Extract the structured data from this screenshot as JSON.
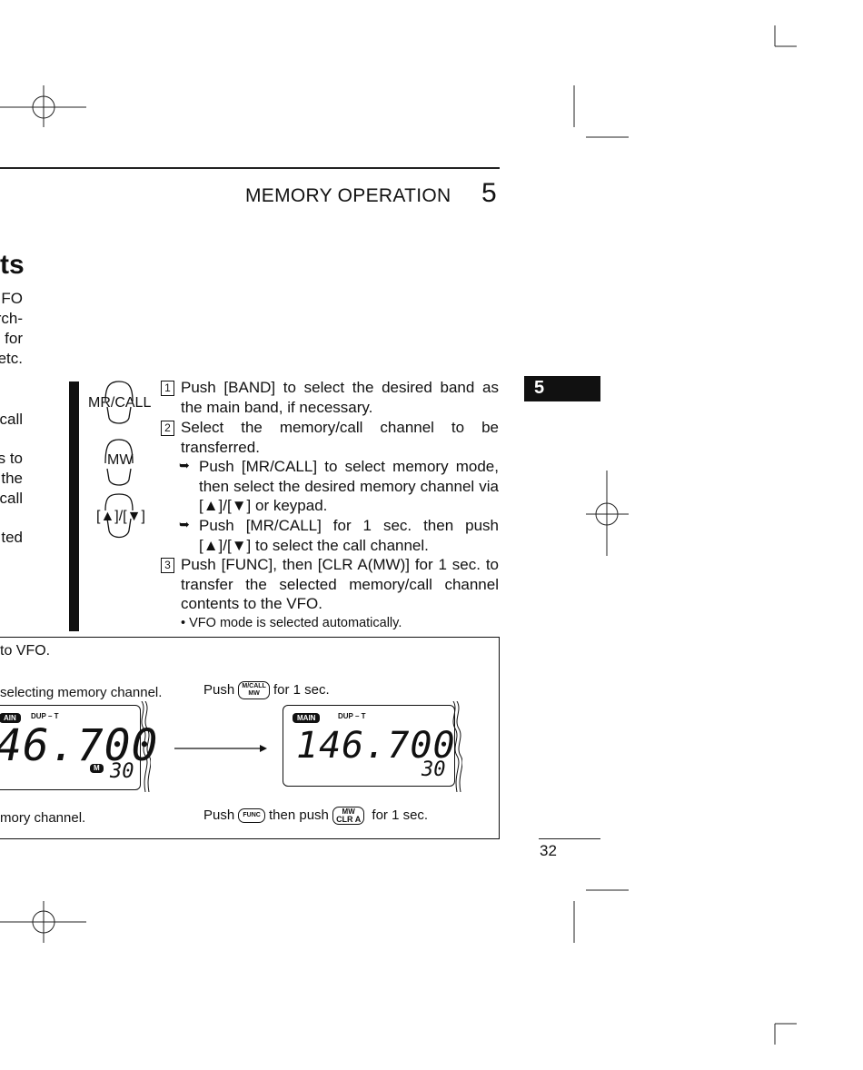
{
  "header": {
    "title": "MEMORY OPERATION",
    "chapter_number": "5"
  },
  "left_fragments": {
    "heading": "ts",
    "lines": [
      "FO",
      "rch-",
      "for",
      "etc.",
      "call",
      "s to",
      "the",
      "call",
      "ted"
    ]
  },
  "section_tab": "5",
  "keys": {
    "mr_call": "MR/CALL",
    "mw": "MW",
    "up_down": "[▲]/[▼]"
  },
  "steps": [
    {
      "number": "1",
      "text": "Push [BAND] to select the desired band as the main band, if necessary."
    },
    {
      "number": "2",
      "text": "Select the memory/call channel to be transferred."
    },
    {
      "number": "3",
      "text": "Push [FUNC], then [CLR A(MW)] for 1 sec. to transfer the selected memory/call channel contents to the VFO."
    }
  ],
  "sub_steps": [
    {
      "arrow": "➥",
      "text": "Push [MR/CALL] to select memory mode, then select the desired memory channel via [▲]/[▼] or keypad."
    },
    {
      "arrow": "➥",
      "text": "Push [MR/CALL] for 1 sec. then push [▲]/[▼] to select the call channel."
    }
  ],
  "note": "• VFO mode is selected automatically.",
  "example_box": {
    "title": "to VFO.",
    "caption_left_top": "selecting memory channel.",
    "caption_push": "Push",
    "caption_for_1_sec": "for 1 sec.",
    "caption_left_bottom": "mory channel.",
    "caption_then_push": "then push",
    "caption_for_1_sec_2": "for 1 sec.",
    "key_mcall": [
      "M/CALL",
      "MW"
    ],
    "key_func": "FUNC",
    "key_mw_clr": [
      "MW",
      "CLR A"
    ],
    "display_before": {
      "main": "AIN",
      "dup": "DUP – T",
      "freq": "46.700",
      "m_badge": "M",
      "channel": "30"
    },
    "display_after": {
      "main": "MAIN",
      "dup": "DUP – T",
      "freq": "146.700",
      "channel": "30"
    }
  },
  "page_number": "32"
}
